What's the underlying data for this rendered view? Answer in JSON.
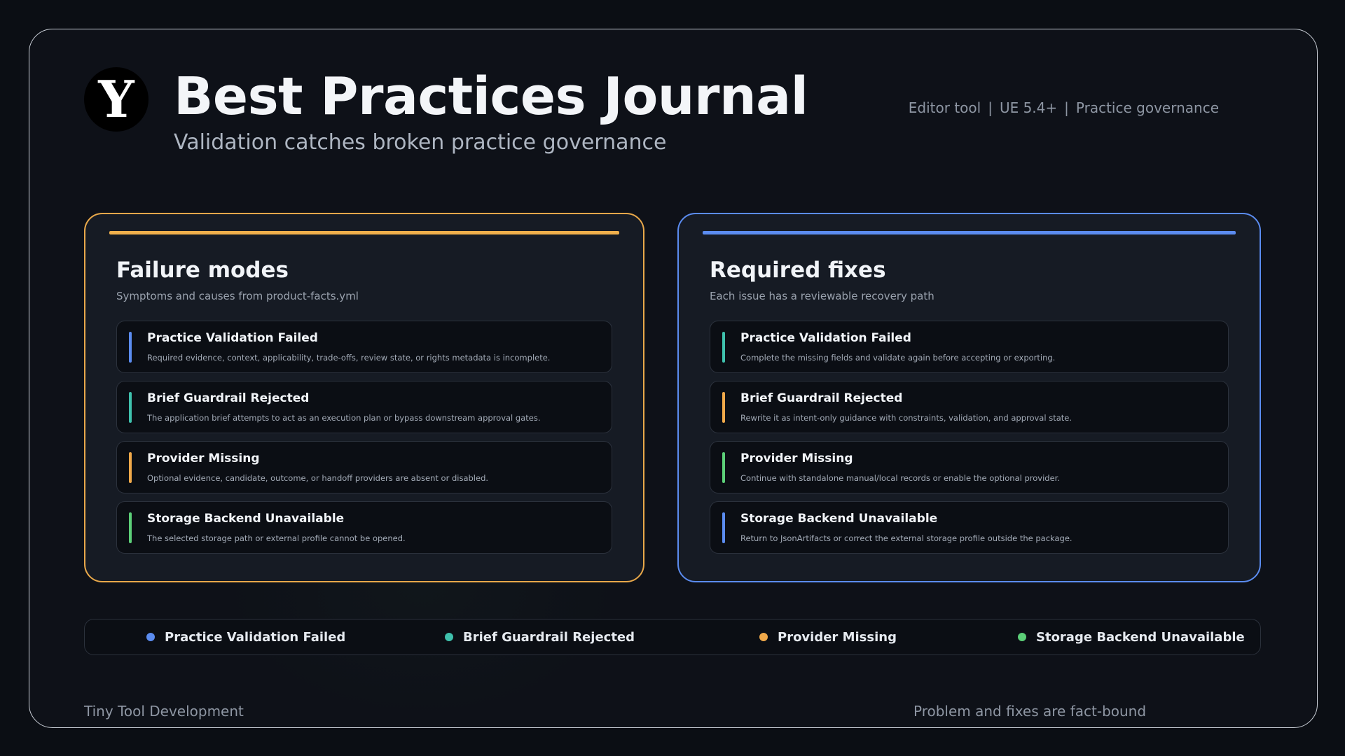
{
  "header": {
    "logo_letter": "Y",
    "title": "Best Practices Journal",
    "subtitle": "Validation catches broken practice governance",
    "meta": [
      "Editor tool",
      "UE 5.4+",
      "Practice governance"
    ],
    "meta_separator": "|"
  },
  "colors": {
    "blue": "#5b8cf0",
    "teal": "#3fc1ad",
    "orange": "#f0a94a",
    "green": "#5ccf78"
  },
  "failure_panel": {
    "title": "Failure modes",
    "subtitle": "Symptoms and causes from product-facts.yml",
    "items": [
      {
        "title": "Practice Validation Failed",
        "desc": "Required evidence, context, applicability, trade-offs, review state, or rights metadata is incomplete.",
        "color": "#5b8cf0"
      },
      {
        "title": "Brief Guardrail Rejected",
        "desc": "The application brief attempts to act as an execution plan or bypass downstream approval gates.",
        "color": "#3fc1ad"
      },
      {
        "title": "Provider Missing",
        "desc": "Optional evidence, candidate, outcome, or handoff providers are absent or disabled.",
        "color": "#f0a94a"
      },
      {
        "title": "Storage Backend Unavailable",
        "desc": "The selected storage path or external profile cannot be opened.",
        "color": "#5ccf78"
      }
    ]
  },
  "fixes_panel": {
    "title": "Required fixes",
    "subtitle": "Each issue has a reviewable recovery path",
    "items": [
      {
        "title": "Practice Validation Failed",
        "desc": "Complete the missing fields and validate again before accepting or exporting.",
        "color": "#3fc1ad"
      },
      {
        "title": "Brief Guardrail Rejected",
        "desc": "Rewrite it as intent-only guidance with constraints, validation, and approval state.",
        "color": "#f0a94a"
      },
      {
        "title": "Provider Missing",
        "desc": "Continue with standalone manual/local records or enable the optional provider.",
        "color": "#5ccf78"
      },
      {
        "title": "Storage Backend Unavailable",
        "desc": "Return to JsonArtifacts or correct the external storage profile outside the package.",
        "color": "#5b8cf0"
      }
    ]
  },
  "legend": [
    {
      "label": "Practice Validation Failed",
      "color": "#5b8cf0"
    },
    {
      "label": "Brief Guardrail Rejected",
      "color": "#3fc1ad"
    },
    {
      "label": "Provider Missing",
      "color": "#f0a94a"
    },
    {
      "label": "Storage Backend Unavailable",
      "color": "#5ccf78"
    }
  ],
  "footer": {
    "left": "Tiny Tool Development",
    "right": "Problem and fixes are fact-bound"
  }
}
